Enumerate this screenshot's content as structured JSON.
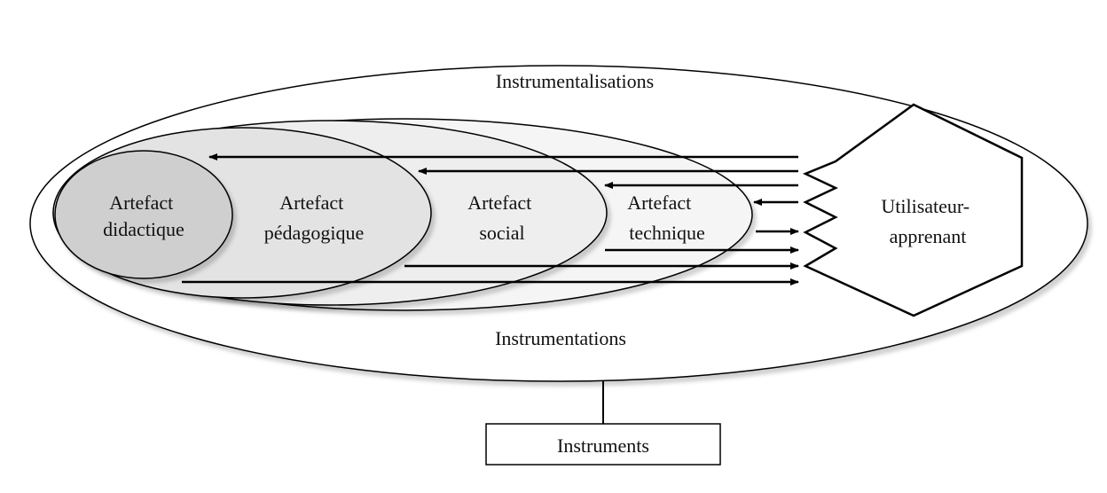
{
  "labels": {
    "instrumentalisations": "Instrumentalisations",
    "instrumentations": "Instrumentations",
    "instruments": "Instruments",
    "artefact_didactique": [
      "Artefact",
      "didactique"
    ],
    "artefact_pedagogique": [
      "Artefact",
      "pédagogique"
    ],
    "artefact_social": [
      "Artefact",
      "social"
    ],
    "artefact_technique": [
      "Artefact",
      "technique"
    ],
    "utilisateur": [
      "Utilisateur-",
      "apprenant"
    ]
  },
  "colors": {
    "didactique_fill": "#cfcfcf",
    "pedagogique_fill": "#e3e3e3",
    "social_fill": "#eeeeee",
    "technique_fill": "#f5f5f5",
    "outer_fill": "#ffffff",
    "stroke": "#000000"
  }
}
